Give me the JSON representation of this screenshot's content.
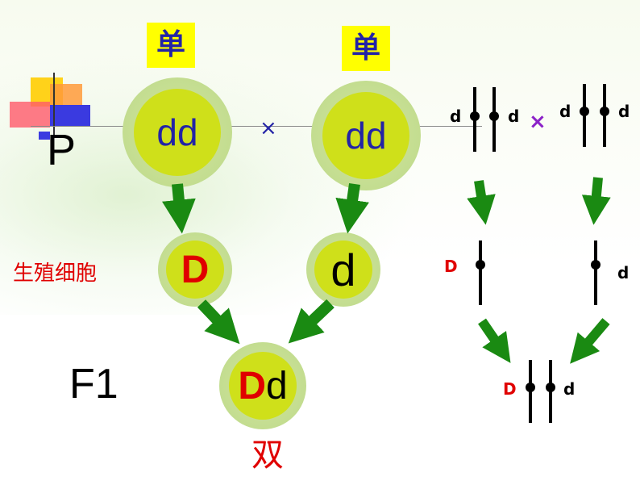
{
  "parents": {
    "left_label": "单",
    "right_label": "单",
    "left_genotype": "dd",
    "right_genotype": "dd",
    "cross_symbol": "×"
  },
  "generation_labels": {
    "p": "P",
    "gametes": "生殖细胞",
    "f1": "F1"
  },
  "gametes": {
    "left": "D",
    "right": "d"
  },
  "offspring": {
    "genotype_first": "D",
    "genotype_second": "d",
    "label": "双"
  },
  "chromosome_diagram": {
    "parent_left_a": "d",
    "parent_left_b": "d",
    "parent_right_a": "d",
    "parent_right_b": "d",
    "cross_symbol": "×",
    "gamete_left": "D",
    "gamete_right": "d",
    "offspring_left": "D",
    "offspring_right": "d"
  },
  "colors": {
    "arrow": "#1a8a12",
    "label_bg": "#ffff00",
    "label_text": "#2323a6",
    "red": "#e00000",
    "purple": "#8b22c8",
    "cell_inner": "#cfe01a"
  }
}
